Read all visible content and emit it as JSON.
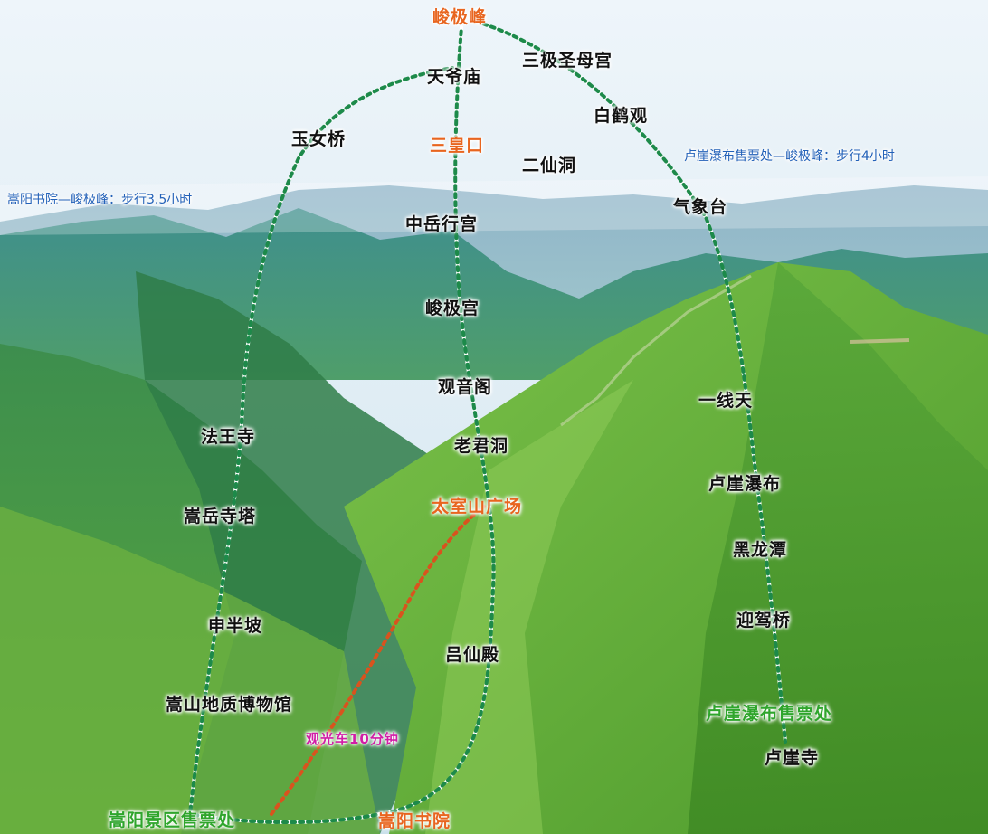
{
  "colors": {
    "route_dash": "#1d8a4a",
    "shuttle_dash": "#d9531e",
    "orange_label": "#e8651f",
    "green_label": "#2fa52c",
    "magenta_label": "#d11ca6",
    "blue_note": "#2361b8"
  },
  "routes": {
    "left_note": "嵩阳书院—峻极峰：步行3.5小时",
    "right_note": "卢崖瀑布售票处—峻极峰：步行4小时",
    "shuttle_note": "观光车10分钟"
  },
  "places": {
    "summit": "峻极峰",
    "tianye_temple": "天爷庙",
    "sanji_palace": "三极圣母宫",
    "baihe_temple": "白鹤观",
    "yunv_bridge": "玉女桥",
    "sanhuang_cave": "三皇口",
    "erxian_cave": "二仙洞",
    "weather_station": "气象台",
    "zhongyue_palace": "中岳行宫",
    "junji_palace": "峻极宫",
    "guanyin_pavilion": "观音阁",
    "laojun_cave": "老君洞",
    "taishi_square": "太室山广场",
    "fawang_temple": "法王寺",
    "songyue_pagoda": "嵩岳寺塔",
    "banpo": "申半坡",
    "geology_museum": "嵩山地质博物馆",
    "lvxian_hall": "吕仙殿",
    "yixiantian": "一线天",
    "luya_waterfall": "卢崖瀑布",
    "heilong_pool": "黑龙潭",
    "yingjia_bridge": "迎驾桥",
    "luya_ticket": "卢崖瀑布售票处",
    "luya_temple": "卢崖寺",
    "songyang_ticket": "嵩阳景区售票处",
    "songyang_academy": "嵩阳书院"
  }
}
